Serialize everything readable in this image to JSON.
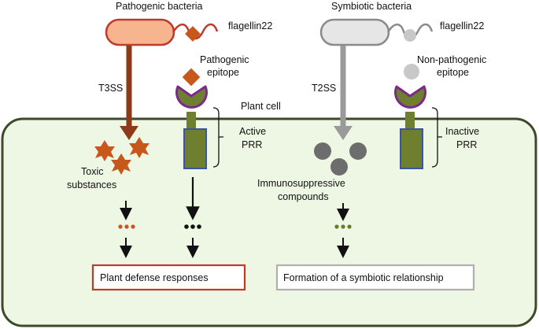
{
  "pathogenic": {
    "title": "Pathogenic bacteria",
    "flagellin": "flagellin22",
    "epitope_line1": "Pathogenic",
    "epitope_line2": "epitope",
    "secretion": "T3SS",
    "toxic_line1": "Toxic",
    "toxic_line2": "substances",
    "prr_line1": "Active",
    "prr_line2": "PRR",
    "outcome": "Plant defense responses",
    "colors": {
      "body_fill": "#f7b58f",
      "body_stroke": "#c0392b",
      "flag": "#c0392b",
      "epitope": "#c8571b",
      "arrow": "#8e3a1a",
      "outcome_border": "#c0392b",
      "dots": "#c8571b"
    }
  },
  "symbiotic": {
    "title": "Symbiotic bacteria",
    "flagellin": "flagellin22",
    "epitope_line1": "Non-pathogenic",
    "epitope_line2": "epitope",
    "secretion": "T2SS",
    "compounds_line1": "Immunosuppressive",
    "compounds_line2": "compounds",
    "prr_line1": "Inactive",
    "prr_line2": "PRR",
    "outcome": "Formation of a symbiotic relationship",
    "colors": {
      "body_fill": "#e6e6e6",
      "body_stroke": "#8a8a8a",
      "flag": "#8a8a8a",
      "epitope": "#c8c8c8",
      "arrow": "#9a9a9a",
      "outcome_border": "#b0b0b0",
      "dots": "#6b7a2a"
    }
  },
  "plant_cell": "Plant cell",
  "colors": {
    "cell_fill": "#eef6e4",
    "cell_stroke": "#3d4a2a",
    "receptor": "#6e7f2f",
    "receptor_ring": "#7b2a8c",
    "receptor_box_stroke": "#3b55a0",
    "compound": "#6d6d6d"
  }
}
